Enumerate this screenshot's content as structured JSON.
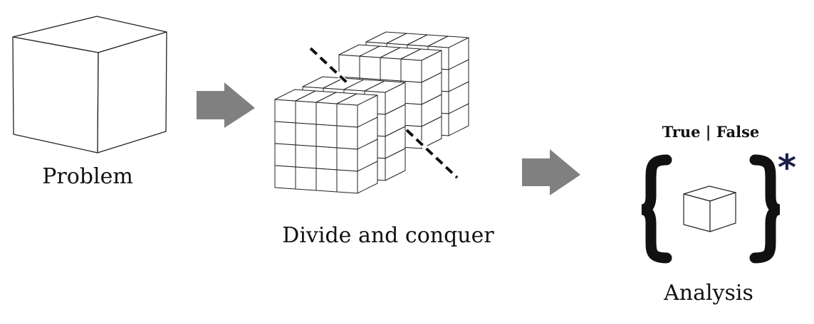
{
  "stages": {
    "problem": {
      "label": "Problem"
    },
    "divide": {
      "label": "Divide and conquer"
    },
    "analysis": {
      "label": "Analysis",
      "outcomes": "True | False",
      "repeat_mark": "*"
    }
  },
  "colors": {
    "arrow": "#808080",
    "outline": "#222222",
    "star": "#1a1f4a",
    "face": "#ffffff"
  }
}
